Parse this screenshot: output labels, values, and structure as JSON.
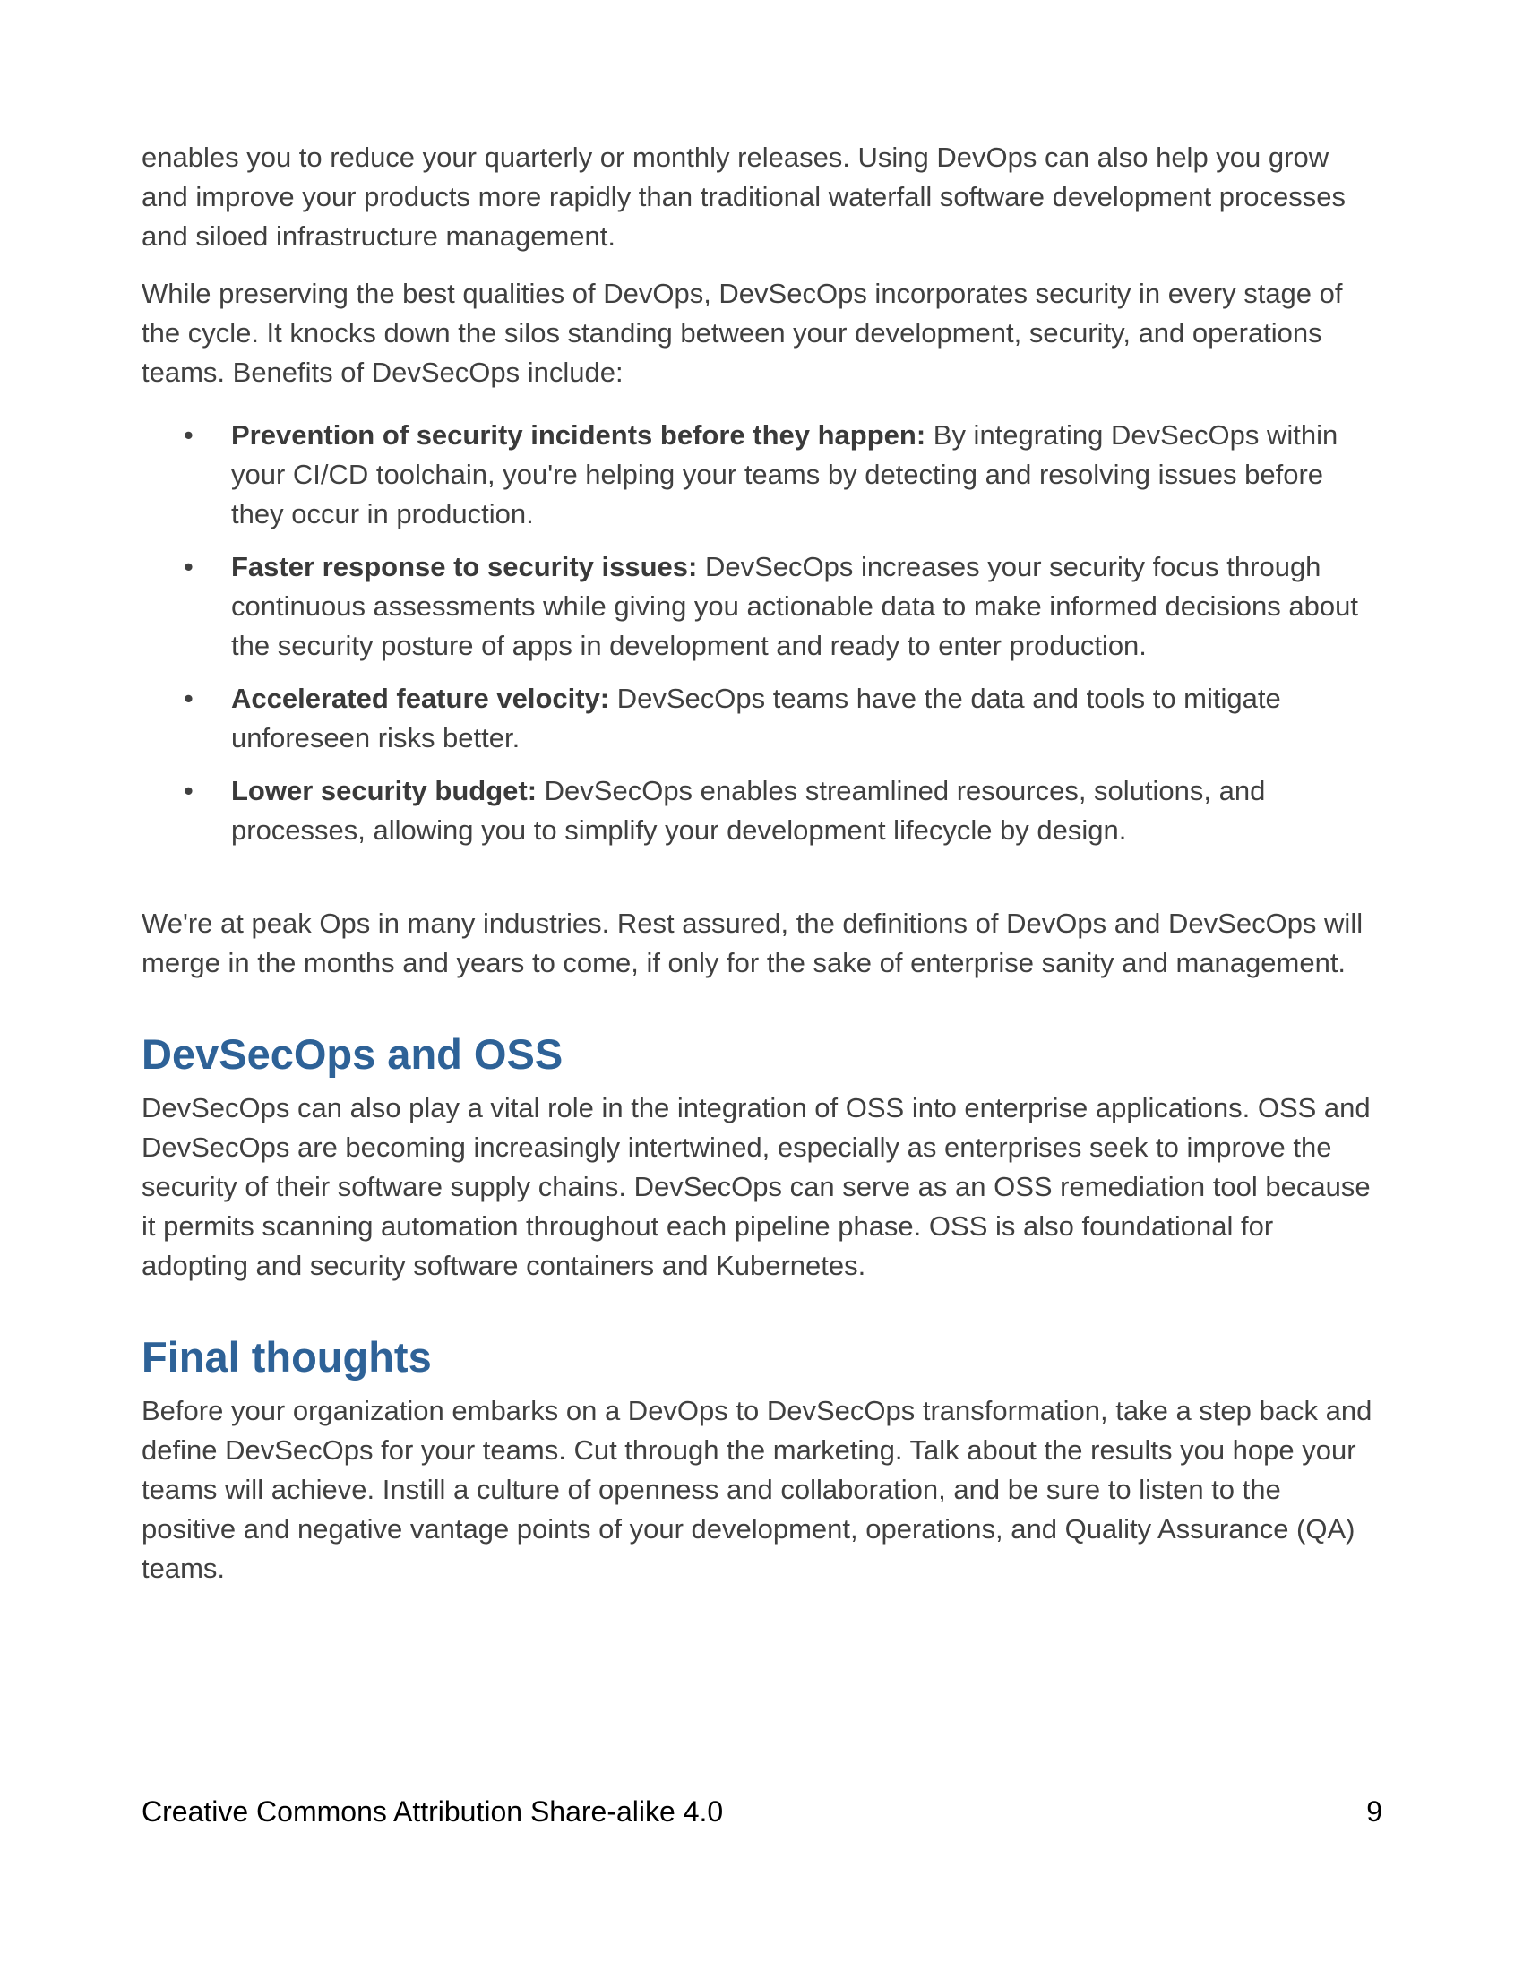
{
  "paragraphs": {
    "intro": "enables you to reduce your quarterly or monthly releases. Using DevOps can also help you grow and improve your products more rapidly than traditional waterfall software development processes and siloed infrastructure management.",
    "while": "While preserving the best qualities of DevOps, DevSecOps incorporates security in every stage of the cycle. It knocks down the silos standing between your development, security, and operations teams. Benefits of DevSecOps include:"
  },
  "benefits": [
    {
      "bullet": "•",
      "title": "Prevention of security incidents before they happen:",
      "text": " By integrating DevSecOps within your CI/CD toolchain, you're helping your teams by detecting and resolving issues before they occur in production."
    },
    {
      "bullet": "•",
      "title": "Faster response to security issues:",
      "text": " DevSecOps increases your security focus through continuous assessments while giving you actionable data to make informed decisions about the security posture of apps in development and ready to enter production."
    },
    {
      "bullet": "•",
      "title": "Accelerated feature velocity:",
      "text": " DevSecOps teams have the data and tools to mitigate unforeseen risks better."
    },
    {
      "bullet": "•",
      "title": "Lower security budget:",
      "text": " DevSecOps enables streamlined resources, solutions, and processes, allowing you to simplify your development lifecycle by design."
    }
  ],
  "peak": "We're at peak Ops in many industries. Rest assured, the definitions of DevOps and DevSecOps will merge in the months and years to come, if only for the sake of enterprise sanity and management.",
  "sections": {
    "oss": {
      "heading": "DevSecOps and OSS",
      "body": "DevSecOps can also play a vital role in the integration of OSS into enterprise applications. OSS and DevSecOps are becoming increasingly intertwined, especially as enterprises seek to improve the security of their software supply chains. DevSecOps can serve as an OSS remediation tool because it permits scanning automation throughout each pipeline phase. OSS is also foundational for adopting and security software containers and Kubernetes."
    },
    "final": {
      "heading": "Final thoughts",
      "body": "Before your organization embarks on a DevOps to DevSecOps transformation, take a step back and define DevSecOps for your teams. Cut through the marketing. Talk about the results you hope your teams will achieve. Instill a culture of openness and collaboration, and be sure to listen to the positive and negative vantage points of your development, operations, and Quality Assurance (QA) teams."
    }
  },
  "footer": {
    "license": "Creative Commons Attribution Share-alike 4.0",
    "page_number": "9"
  },
  "colors": {
    "heading": "#2e6297",
    "body_text": "#404040",
    "footer_text": "#000000"
  }
}
